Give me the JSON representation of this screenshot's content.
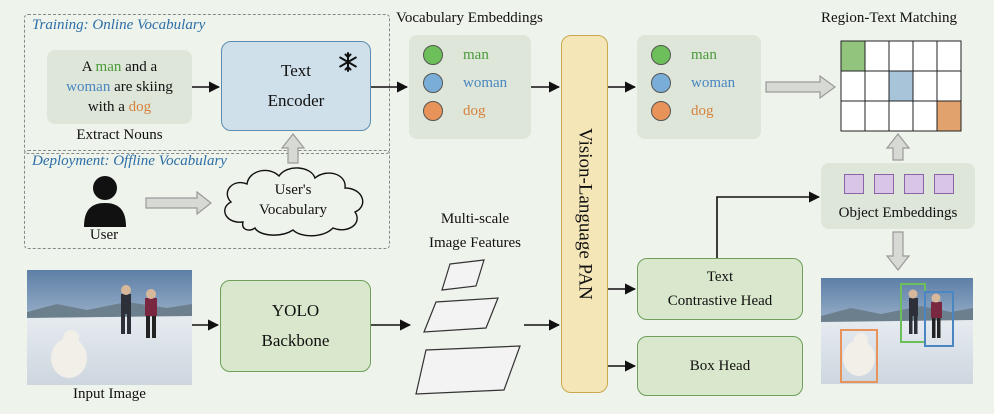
{
  "training": {
    "title": "Training: Online Vocabulary",
    "sentence": {
      "w1": "A",
      "w2": "man",
      "w3": "and a",
      "w4": "woman",
      "w5": "are skiing",
      "w6": "with a",
      "w7": "dog"
    },
    "extract_label": "Extract Nouns"
  },
  "text_encoder": {
    "line1": "Text",
    "line2": "Encoder",
    "frozen_icon": "snowflake-icon"
  },
  "deployment": {
    "title": "Deployment: Offline Vocabulary",
    "user_label": "User",
    "cloud_line1": "User's",
    "cloud_line2": "Vocabulary"
  },
  "vocab_embeddings": {
    "title": "Vocabulary Embeddings",
    "items": [
      {
        "label": "man",
        "color": "#6cbf5a"
      },
      {
        "label": "woman",
        "color": "#7aaed8"
      },
      {
        "label": "dog",
        "color": "#e8935a"
      }
    ]
  },
  "output_vocab": {
    "items": [
      {
        "label": "man",
        "color": "#6cbf5a"
      },
      {
        "label": "woman",
        "color": "#7aaed8"
      },
      {
        "label": "dog",
        "color": "#e8935a"
      }
    ]
  },
  "pan": {
    "label": "Vision-Language PAN"
  },
  "matching": {
    "title": "Region-Text Matching",
    "rows": 3,
    "cols": 5,
    "highlights": [
      {
        "row": 0,
        "col": 0,
        "color": "#93c47d"
      },
      {
        "row": 1,
        "col": 2,
        "color": "#a7c4d9"
      },
      {
        "row": 2,
        "col": 4,
        "color": "#e2a26d"
      }
    ]
  },
  "object_embeddings": {
    "label": "Object Embeddings",
    "count": 4
  },
  "backbone": {
    "line1": "YOLO",
    "line2": "Backbone"
  },
  "input_image": {
    "label": "Input Image"
  },
  "features": {
    "line1": "Multi-scale",
    "line2": "Image Features"
  },
  "text_head": {
    "line1": "Text",
    "line2": "Contrastive Head"
  },
  "box_head": {
    "label": "Box Head"
  },
  "colors": {
    "green_fill": "#d9e8cc",
    "blue_fill": "#cfe0ea",
    "pan_fill": "#f5e6b8",
    "man": "#4b9a3a",
    "woman": "#4a86c2",
    "dog": "#d8813d"
  }
}
